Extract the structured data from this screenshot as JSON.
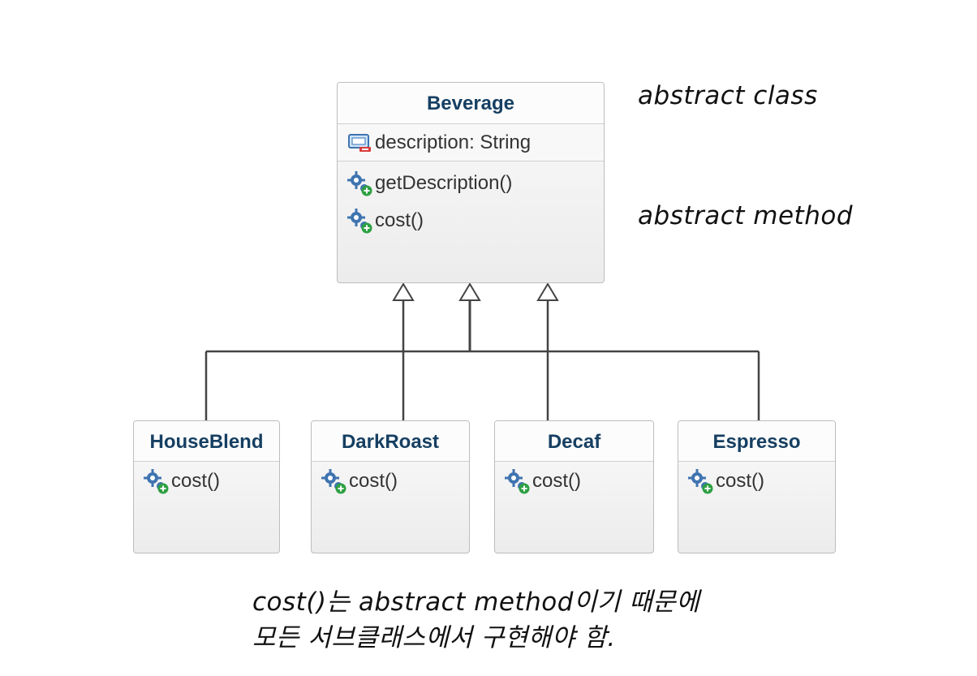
{
  "parent": {
    "name": "Beverage",
    "attributes": [
      "description: String"
    ],
    "methods": [
      "getDescription()",
      "cost()"
    ]
  },
  "children": [
    {
      "name": "HouseBlend",
      "methods": [
        "cost()"
      ]
    },
    {
      "name": "DarkRoast",
      "methods": [
        "cost()"
      ]
    },
    {
      "name": "Decaf",
      "methods": [
        "cost()"
      ]
    },
    {
      "name": "Espresso",
      "methods": [
        "cost()"
      ]
    }
  ],
  "notes": {
    "abstract_class": "abstract class",
    "abstract_method": "abstract method",
    "footer_line1": "cost()는 abstract method이기 때문에",
    "footer_line2": "모든 서브클래스에서 구현해야 함."
  },
  "colors": {
    "class_name": "#163f62",
    "member_text": "#333333",
    "border": "#bdbdbd",
    "connector": "#444444",
    "gear_icon": "#3f74b0",
    "plus_icon": "#2ea043",
    "minus_icon": "#d93b3b"
  },
  "icons": {
    "attribute": "private-field-icon",
    "method": "public-method-gear-icon"
  }
}
